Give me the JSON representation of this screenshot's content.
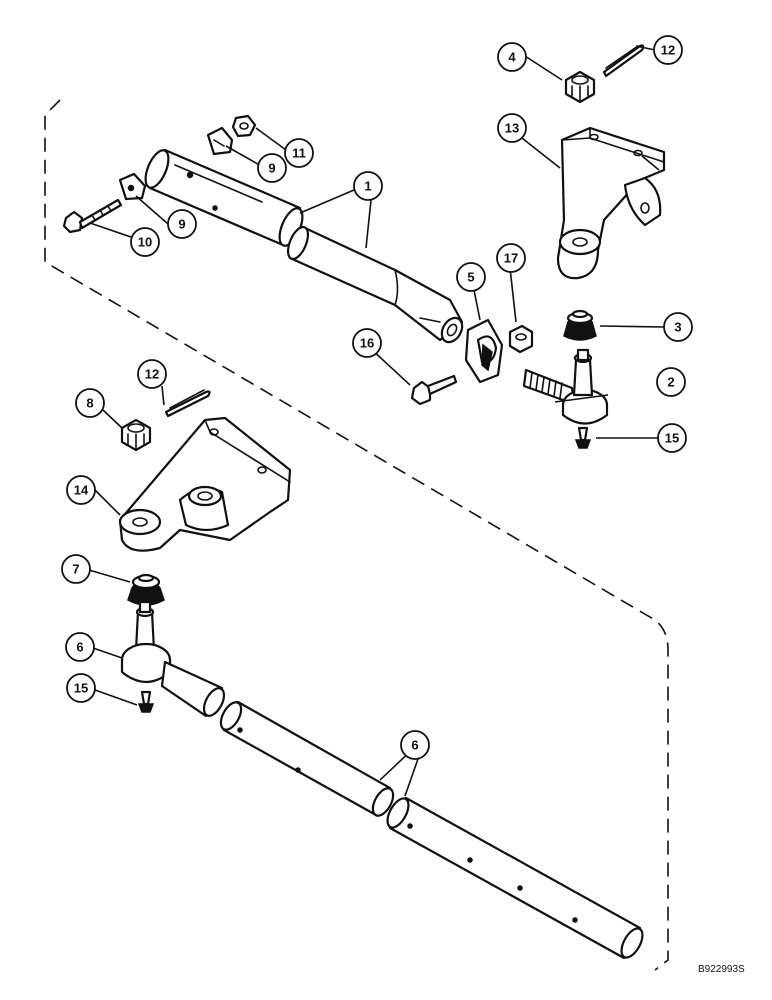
{
  "callouts": {
    "c1": "1",
    "c2": "2",
    "c3": "3",
    "c4": "4",
    "c5": "5",
    "c6a": "6",
    "c6b": "6",
    "c7": "7",
    "c8": "8",
    "c9a": "9",
    "c9b": "9",
    "c10": "10",
    "c11": "11",
    "c12a": "12",
    "c12b": "12",
    "c13": "13",
    "c14": "14",
    "c15a": "15",
    "c15b": "15",
    "c16": "16",
    "c17": "17"
  },
  "reference_code": "B922993S"
}
